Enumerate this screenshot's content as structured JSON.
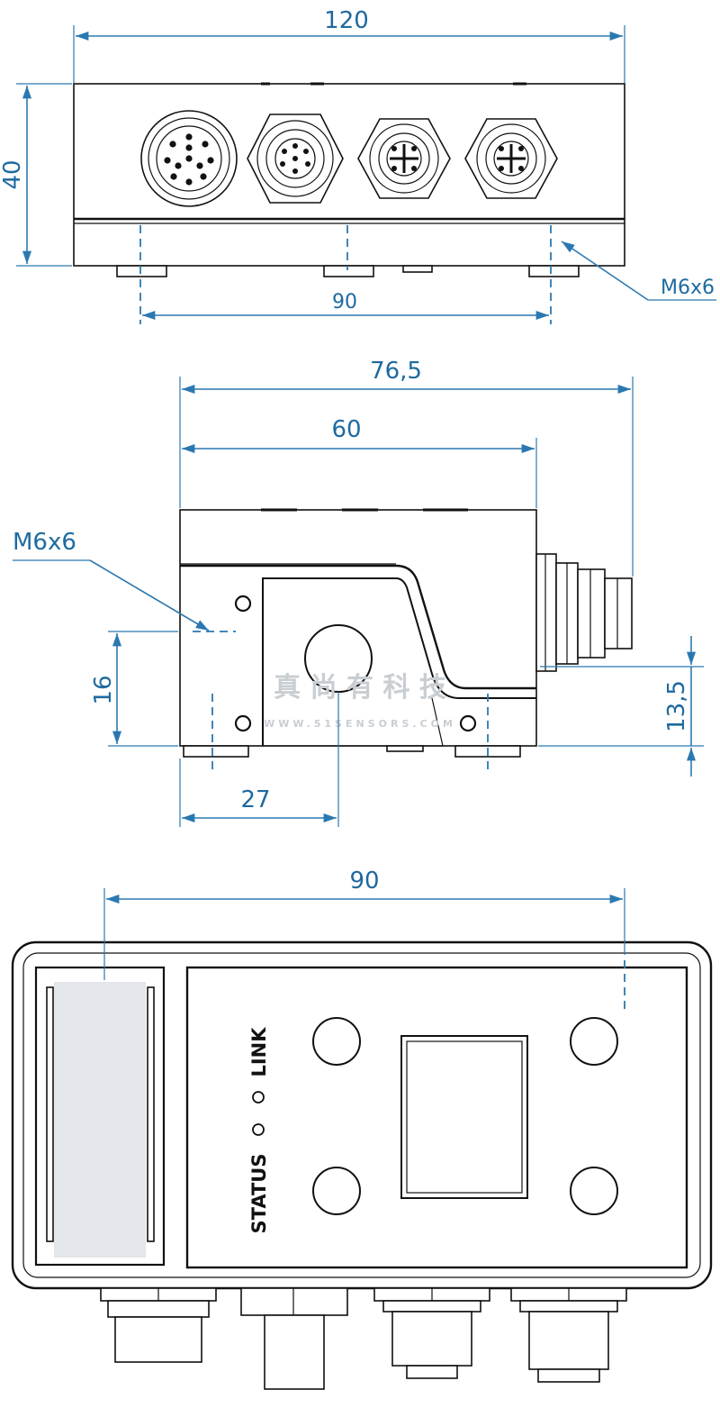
{
  "views": {
    "front": {
      "overall_width": "120",
      "height": "40",
      "hole_spacing": "90",
      "thread": "M6x6"
    },
    "side": {
      "overall_depth": "76,5",
      "housing_depth": "60",
      "thread": "M6x6",
      "hole_height": "16",
      "hole_offset": "27",
      "connector_height": "13,5"
    },
    "top": {
      "hole_spacing": "90",
      "led_status": "STATUS",
      "led_link": "LINK"
    }
  },
  "watermark": {
    "chinese": "真 尚 有 科 技",
    "url": "WWW.51SENSORS.COM"
  },
  "colors": {
    "dimension": "#1e6aa0",
    "outline": "#111111"
  }
}
